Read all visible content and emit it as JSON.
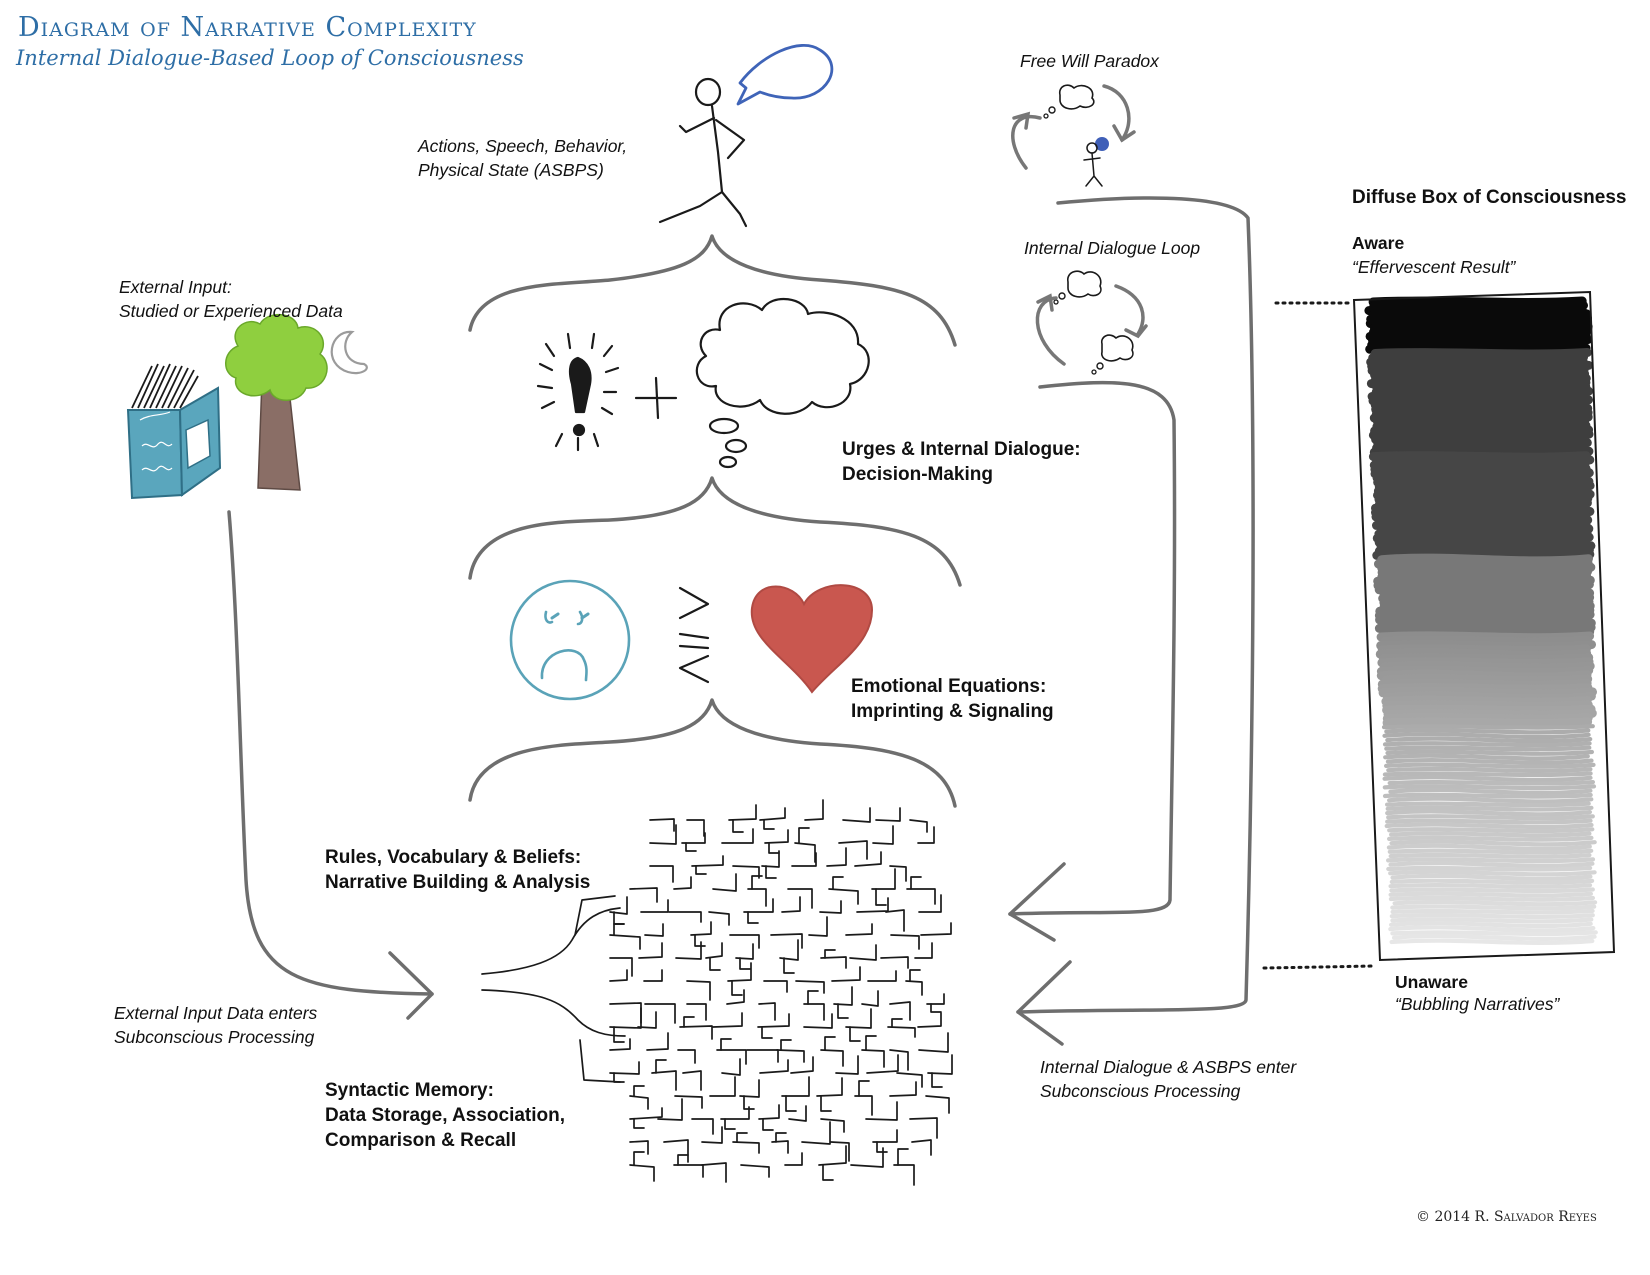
{
  "header": {
    "title": "Diagram of Narrative Complexity",
    "subtitle": "Internal Dialogue-Based Loop of Consciousness"
  },
  "labels": {
    "asbps_line1": "Actions, Speech, Behavior,",
    "asbps_line2": "Physical State (ASBPS)",
    "free_will": "Free Will Paradox",
    "internal_loop": "Internal Dialogue Loop",
    "external_input_line1": "External Input:",
    "external_input_line2": "Studied or Experienced Data",
    "urges_line1": "Urges & Internal Dialogue:",
    "urges_line2": "Decision-Making",
    "emotional_line1": "Emotional Equations:",
    "emotional_line2": "Imprinting & Signaling",
    "rules_line1": "Rules, Vocabulary & Beliefs:",
    "rules_line2": "Narrative Building & Analysis",
    "syntactic_line1": "Syntactic Memory:",
    "syntactic_line2": "Data Storage, Association,",
    "syntactic_line3": "Comparison & Recall",
    "external_enters_line1": "External Input Data enters",
    "external_enters_line2": "Subconscious Processing",
    "internal_enters_line1": "Internal Dialogue & ASBPS enter",
    "internal_enters_line2": "Subconscious Processing",
    "diffuse_box": "Diffuse Box of Consciousness",
    "aware": "Aware",
    "aware_sub": "“Effervescent Result”",
    "unaware": "Unaware",
    "unaware_sub": "“Bubbling Narratives”",
    "copyright": "© 2014 R. Salvador Reyes"
  },
  "symbols": {
    "comparison": "< = >",
    "plus": "+",
    "exclamation": "!"
  },
  "colors": {
    "title_blue": "#2e6ea6",
    "connector_gray": "#6e6e6e",
    "heart_red": "#c9574f",
    "face_teal": "#5aa3b8",
    "book_teal": "#5aa6bd",
    "tree_green": "#8fcf3f",
    "trunk_brown": "#8a6e66",
    "speech_blue": "#3f64b8"
  },
  "icons": [
    "speech-bubble-icon",
    "stick-figure-icon",
    "lightbulb-exclamation-icon",
    "thought-cloud-icon",
    "sad-face-icon",
    "heart-icon",
    "book-icon",
    "tree-icon",
    "moon-icon",
    "maze-icon"
  ]
}
